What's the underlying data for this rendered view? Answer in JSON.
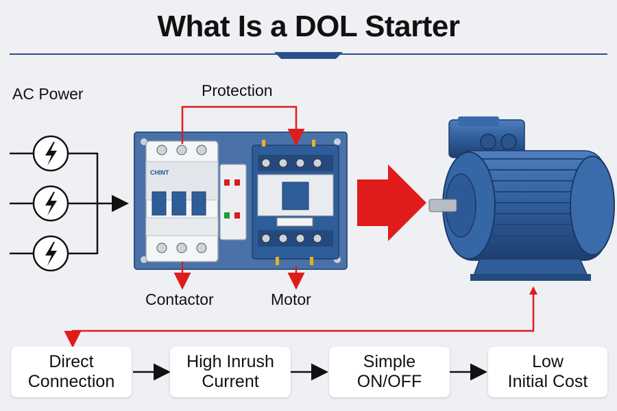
{
  "title": "What Is a DOL Starter",
  "labels": {
    "ac_power": "AC Power",
    "protection": "Protection",
    "contactor": "Contactor",
    "motor": "Motor"
  },
  "breaker_brand": "CHINT",
  "features": [
    {
      "line1": "Direct",
      "line2": "Connection"
    },
    {
      "line1": "High Inrush",
      "line2": "Current"
    },
    {
      "line1": "Simple",
      "line2": "ON/OFF"
    },
    {
      "line1": "Low",
      "line2": "Initial Cost"
    }
  ],
  "colors": {
    "accent_red": "#e01b1b",
    "motor_blue": "#2f5d99",
    "panel_blue": "#4a72a8",
    "title_rule": "#2a4f8a"
  }
}
